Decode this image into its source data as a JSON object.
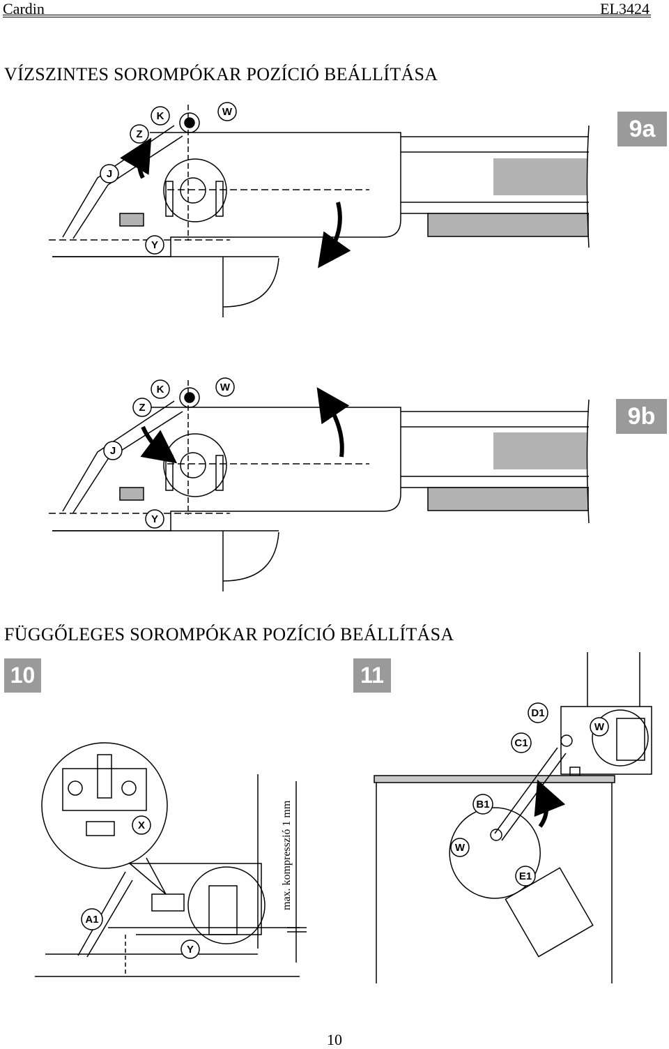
{
  "header": {
    "left": "Cardin",
    "right": "EL3424"
  },
  "headings": {
    "horizontal": "VÍZSZINTES SOROMPÓKAR POZÍCIÓ BEÁLLÍTÁSA",
    "vertical": "FÜGGŐLEGES SOROMPÓKAR POZÍCIÓ BEÁLLÍTÁSA"
  },
  "figures": {
    "fig9a": {
      "badge": "9a",
      "labels": {
        "k": "K",
        "w": "W",
        "z": "Z",
        "j": "J",
        "y": "Y"
      }
    },
    "fig9b": {
      "badge": "9b",
      "labels": {
        "k": "K",
        "w": "W",
        "z": "Z",
        "j": "J",
        "y": "Y"
      }
    },
    "fig10": {
      "badge": "10",
      "labels": {
        "x": "X",
        "a1": "A1",
        "y": "Y"
      },
      "note": "max. kompresszió 1 mm"
    },
    "fig11": {
      "badge": "11",
      "labels": {
        "d1": "D1",
        "w": "W",
        "c1": "C1",
        "b1": "B1",
        "w2": "W",
        "e1": "E1"
      }
    }
  },
  "footer": {
    "page_number": "10"
  },
  "colors": {
    "badge": "#9a9a9a",
    "bar_fill": "#b3b3b3",
    "ink": "#000000"
  }
}
